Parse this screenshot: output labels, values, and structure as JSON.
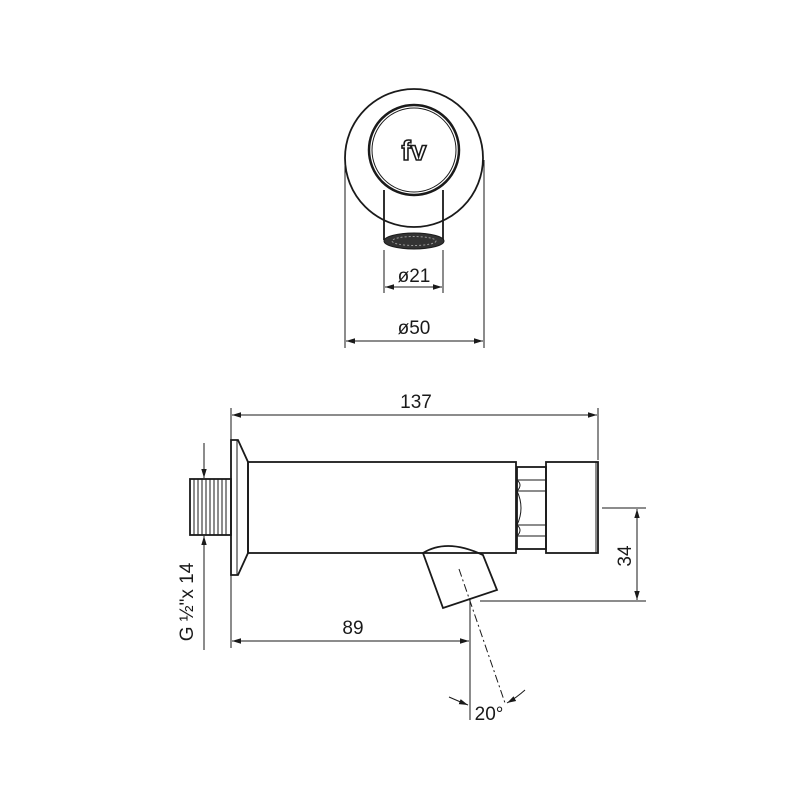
{
  "front_view": {
    "logo_text": "fv",
    "dim_outlet": "ø21",
    "dim_flange": "ø50"
  },
  "side_view": {
    "dim_length": "137",
    "dim_spout_position": "89",
    "dim_spout_height": "34",
    "dim_thread": "G ½\"x 14",
    "dim_angle": "20°"
  }
}
